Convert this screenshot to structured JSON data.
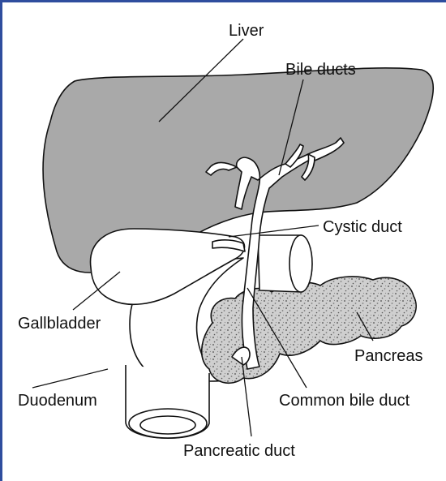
{
  "labels": {
    "liver": "Liver",
    "bile_ducts": "Bile ducts",
    "cystic_duct": "Cystic duct",
    "gallbladder": "Gallbladder",
    "pancreas": "Pancreas",
    "common_bile_duct": "Common bile duct",
    "duodenum": "Duodenum",
    "pancreatic_duct": "Pancreatic duct"
  },
  "colors": {
    "border": "#2f4d9e",
    "liver_fill": "#a9a9a9",
    "pancreas_fill": "#bdbdbd",
    "outline": "#111111"
  }
}
